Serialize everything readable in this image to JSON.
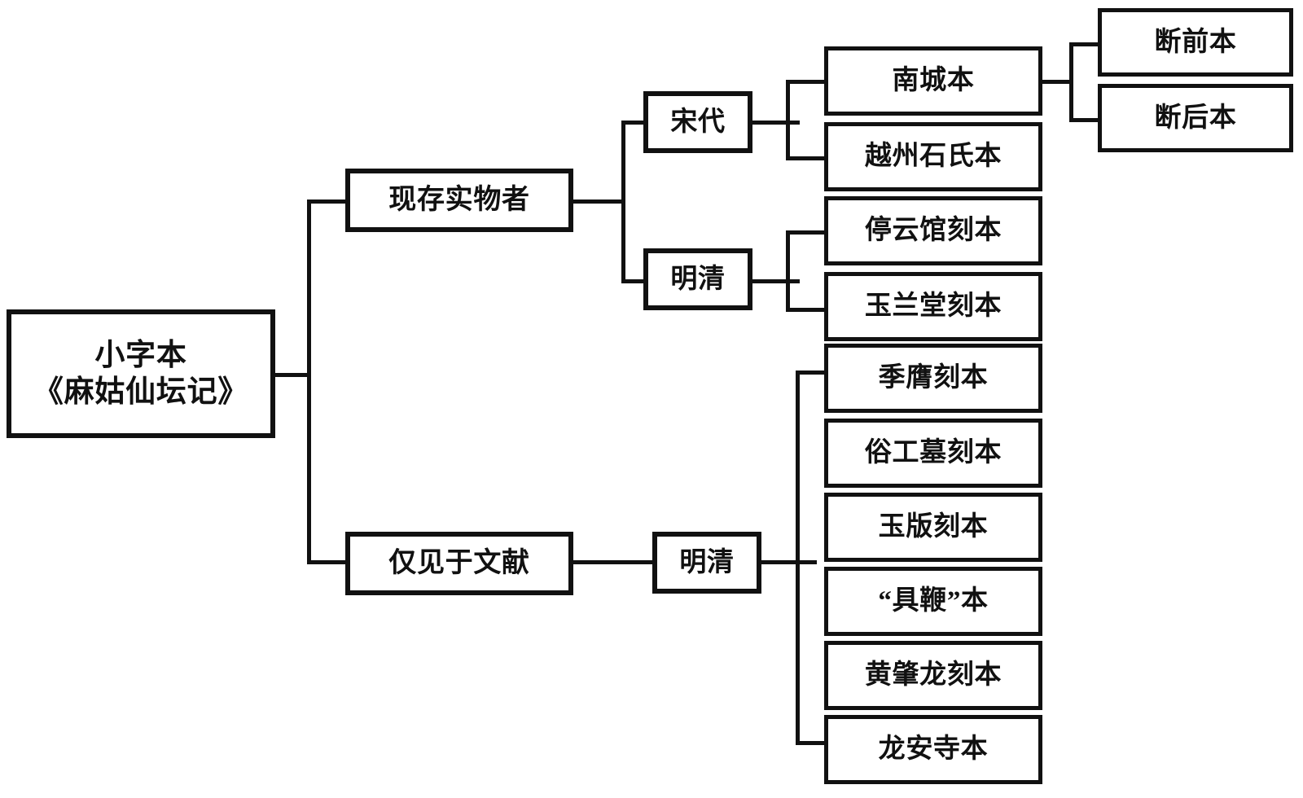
{
  "diagram": {
    "title_root": {
      "line1": "小字本",
      "line2": "《麻姑仙坛记》"
    },
    "branches": {
      "extant": "现存实物者",
      "literature_only": "仅见于文献"
    },
    "periods": {
      "song": "宋代",
      "ming_qing_extant": "明清",
      "ming_qing_literature": "明清"
    },
    "song_editions": [
      {
        "label": "南城本"
      },
      {
        "label": "越州石氏本"
      }
    ],
    "nancheng_subeditions": [
      {
        "label": "断前本"
      },
      {
        "label": "断后本"
      }
    ],
    "ming_qing_extant_editions": [
      {
        "label": "停云馆刻本"
      },
      {
        "label": "玉兰堂刻本"
      }
    ],
    "ming_qing_literature_editions": [
      {
        "label": "季膺刻本"
      },
      {
        "label": "俗工墓刻本"
      },
      {
        "label": "玉版刻本"
      },
      {
        "label": "“具鞭”本"
      },
      {
        "label": "黄肇龙刻本"
      },
      {
        "label": "龙安寺本"
      }
    ],
    "colors": {
      "stroke": "#111111",
      "background": "#ffffff",
      "text": "#111111"
    }
  }
}
